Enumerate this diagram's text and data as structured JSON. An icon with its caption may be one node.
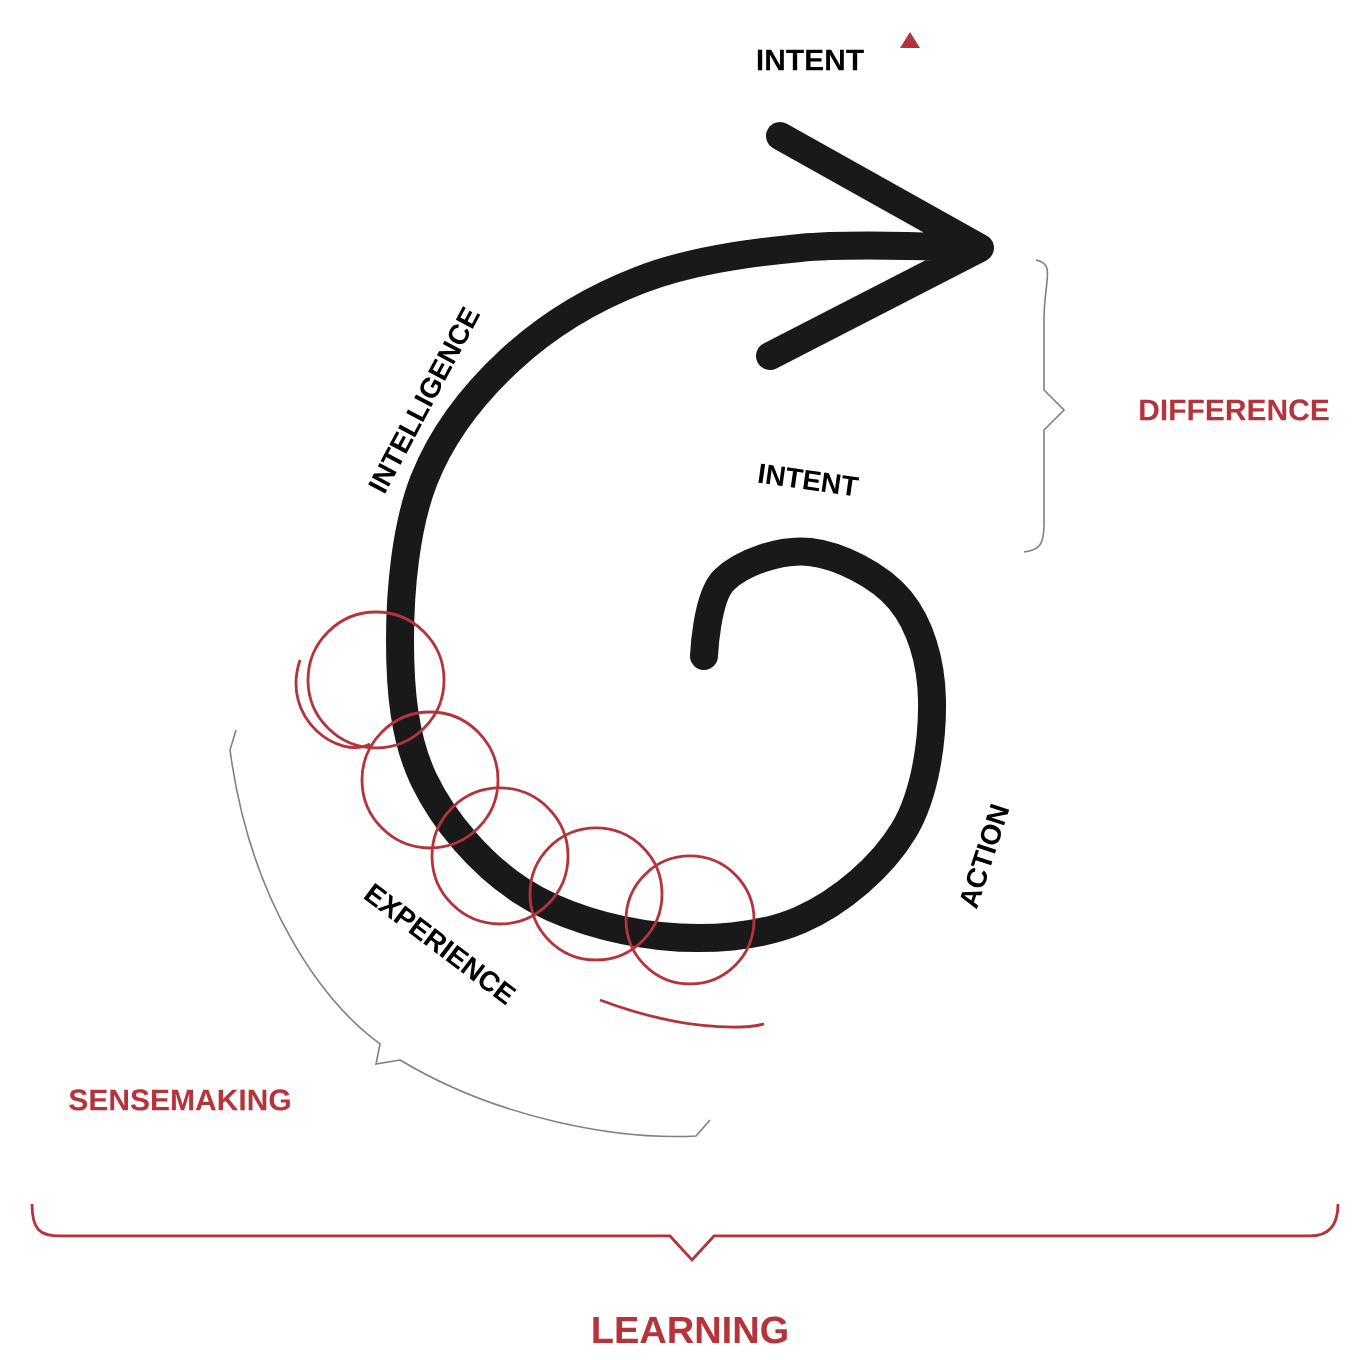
{
  "diagram": {
    "labels": [
      "INTENT",
      "INTELLIGENCE",
      "DIFFERENCE",
      "INTENT",
      "ACTION",
      "EXPERIENCE",
      "SENSEMAKING",
      "LEARNING"
    ]
  }
}
